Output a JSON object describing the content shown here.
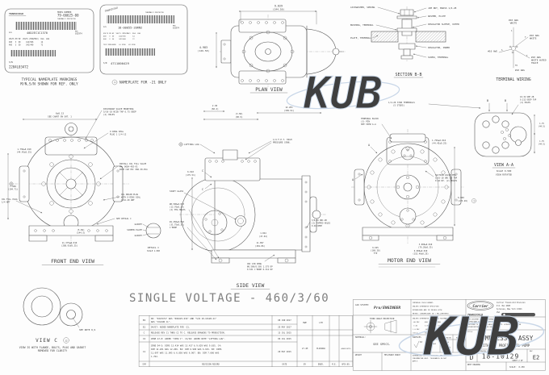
{
  "watermark": {
    "text": "KUB"
  },
  "nameplate1": {
    "brand": "TRANSICOLD",
    "model_label": "MODEL NUMBER",
    "model": "79-66625-00",
    "thermally": "THERMALLY PROTECTED",
    "mn_label": "M/N",
    "mn": "40DJEC1C1370",
    "mfd_label": "MFD",
    "mfd": "022974",
    "cols": "VOLTS PH HZ  VOLTS (MIN/MAX)  RLA  LRA",
    "row1": "460   3  60     414/506       14",
    "row2": "400   3  50     342/440       72",
    "sn_label": "S/N",
    "sn": "2204L03472"
  },
  "caption1": [
    "TYPICAL NAMEPLATE MARKINGS",
    "M/N,S/N SHOWN FOR REF. ONLY"
  ],
  "nameplate2": {
    "stamp": "TRANSICOLD",
    "thermally": "THERMALLY PROTECTED",
    "mn_label": "M/N",
    "mn": "18-00055-20RN2",
    "mfd_label": "MFD",
    "mfd": "022974",
    "cols": "VOLTS PH HZ  VOLTS (MIN/MAX)  RLA  LRA",
    "row1": "460   3  60     414/506       14",
    "row2": "400   3  50     342/440       72",
    "test_row": "TEST PRESSURE   LO SIDE   HI SIDE",
    "sn_label": "S/N",
    "sn": "4711000429"
  },
  "caption2": {
    "num": "1",
    "text": "NAMEPLATE FOR -21 ONLY"
  },
  "plan": {
    "title": "PLAN VIEW",
    "dim_top": [
      "9.629",
      "(244.58)"
    ],
    "dim_left": [
      "4.983",
      "(126.58)"
    ]
  },
  "section_bb": {
    "title": "SECTION B-B",
    "left": [
      "LOCKWASHER, SPRING",
      "BUSHING, TERMINAL",
      "PLATE, TERMINAL"
    ],
    "right": [
      "JAM NUT, BRASS 1/4-28",
      "WASHER, PLATE",
      "INSULATOR SLEEVE, OUTER",
      "INSULATOR, INNER",
      "SCREW, TERMINAL"
    ]
  },
  "wiring": {
    "title": "TERMINAL WIRING",
    "top": [
      "#10 AWG",
      "WHITE"
    ],
    "right1": [
      "#10 AWG",
      "WHITE"
    ],
    "right2": [
      "#10 AWG",
      "WHITE W/RED",
      "TRACE"
    ],
    "left": "#10 AWG",
    "bottom": "#10 AWG",
    "t_top": "1",
    "t_r1": "T",
    "t_r2": "T",
    "t_left": "S",
    "t_bottom": "T6"
  },
  "front": {
    "title": "FRONT END VIEW",
    "dim_chart": [
      "6±0.13",
      "SEE CHART ON SHT. 1"
    ],
    "discharge": [
      "DISCHARGE VALVE MOUNTING",
      "5/16-18 NC2B TAP 0.75 DEEP",
      "(2) HOLES"
    ],
    "oring": [
      "O RING SEAL",
      "PLUG 1 1/4-12"
    ],
    "dim1": [
      "1.750±0.010",
      "(44.45±0.25)"
    ],
    "dim2": [
      "7.666",
      "(194.71)"
    ],
    "install": [
      "INSTALL OIL FILL VALVE",
      "PN: 06DA-402-01",
      "WITH CAP PN: 06D-30-HCA"
    ],
    "drain": [
      "OIL DRAIN PLUG",
      "WITH O-RING SEAL",
      "7/16-20 UNF"
    ],
    "fill": [
      "OIL FILL PLUG",
      "1/4 NPT"
    ],
    "see_detail": "SEE DETAIL C",
    "dim3": [
      "(5.69)",
      "(144.5)"
    ],
    "dim4": [
      "11.375±0.010",
      "(288.93±0.25)"
    ],
    "gasket1": "GASKET",
    "screen": "SCREEN PLATE",
    "gasket2": "GASKET",
    "detail_caption": [
      "DETAIL C",
      "SCALE 1.000"
    ]
  },
  "side": {
    "title": "SIDE VIEW",
    "dim1": [
      "2.38",
      "(60.4)"
    ],
    "dim2": [
      "(3.58)",
      "(90.9)"
    ],
    "dim3": [
      "12.201",
      "(309.91)"
    ],
    "lifting": "LIFTING LUG",
    "hp": [
      "1/4 F.P.T. HIGH",
      "PRESSURE CONN."
    ],
    "dim4": [
      "6.910",
      "(175.51)"
    ],
    "sight": "SIGHT GLASS",
    "mtg": [
      "Ø0.500±0.010",
      "(12.70±0.25)",
      "(2) MTG HOLES"
    ],
    "cbore": [
      "Ø1.250±0.010",
      "(31.75±0.25)",
      "C'BORE"
    ],
    "dim5": [
      "1.844",
      "(47.64)"
    ],
    "dim6": [
      "11.097",
      "(281.86)"
    ],
    "opng": [
      "CNC ATR OPNG",
      "Ø0.500/0.505 1.375 DP",
      "0.531 C'BORE 0.312 DP"
    ],
    "tapped": [
      "3/8-16 UNC-2B",
      "(2) TAPPED HOLES",
      "0.94 DEEP"
    ],
    "c": "C"
  },
  "motor": {
    "title": "MOTOR END VIEW",
    "studs": [
      "1/4-20 STUD TERMINALS",
      "(5 STUDS)"
    ],
    "tblock": [
      "TERMINAL BLOCK",
      "(3) PIN",
      "SEE VIEW A-A"
    ],
    "dim1": [
      "1.750±0.010",
      "(44.45±0.25)"
    ],
    "suction": [
      "SUCTION VALVE MTG",
      "5/16-18 UNC 2B TAP",
      "0.94 DP. (2) HOLES"
    ],
    "dim2": [
      "6.900",
      "(175.26)"
    ],
    "note_num": "1",
    "dim3": [
      "3.000±0.010",
      "(76.20±0.25)"
    ],
    "dim4": [
      "6.000±0.010",
      "(152.40±0.25)"
    ],
    "dim5": [
      "6.625",
      "(168.28)",
      "TYP"
    ],
    "a": "A"
  },
  "view_aa": {
    "title": "VIEW A-A",
    "scale": "SCALE 0.500",
    "rotated": "VIEW ROTATED",
    "tap": [
      "10-32 UNF-2B",
      "0.312 DEEP TAP",
      "(2) HOLES"
    ],
    "dim1": [
      "1.75",
      "(44.5)"
    ],
    "dim2": [
      "1.75",
      "(44.5)"
    ],
    "b": "B"
  },
  "view_c": {
    "title": "VIEW C",
    "note_num": "12",
    "see_note": "SEE NOTE 8,9",
    "note": [
      "VIEW IS WITH FLANGE, BOLTS, PLUG AND GASKET",
      "REMOVED FOR CLARITY"
    ]
  },
  "voltage_line": "SINGLE VOLTAGE - 460/3/60",
  "revisions": {
    "header": {
      "sym": "SYM",
      "record": "REVISION RECORD",
      "date": "DATE",
      "by": "BY",
      "engr": "ENGR.",
      "me": "M.E.",
      "apca": "APCA NO."
    },
    "rows": [
      {
        "sym": "E2",
        "record": [
          "D6: \"0223474\" WAS \"066225-634\" AND \"S/N 18-10128-21\"",
          "WAS \"COLOUR CL\"."
        ],
        "date": "08 JUN 2017",
        "by": "HWE",
        "engr": "LYH"
      },
      {
        "sym": "E1",
        "record": [
          "D4/D7: ADDED NAMEPLATE FOR -21."
        ],
        "date": "25 MAY 2017"
      },
      {
        "sym": "C",
        "record": [
          "RELEASE REV C1 THRU C2 TO C. RELEASE DRAWING TO PRODUCTION."
        ],
        "date": "13 JUL 2015"
      },
      {
        "sym": "C2",
        "record": [
          "ZONE A7-8: ADDED \"VIEW C\". C4/D4: ADDED NOTE \"LIFTING LUG\"."
        ],
        "date": "06 JUL 2015",
        "by": "LT-4H",
        "engr": "ELSINORA",
        "apca": "4466120715"
      },
      {
        "sym": "C1",
        "record": [
          "ZONE D4-5: DIMS 13.414 WAS 13.417 & 9.629 WAS 9.635. C4:",
          "DIM 12.201 WAS 12.206. B2: DIM 6.900 WAS 6.915. B3: DIMS",
          "11.097 WAS 11.095 & 6.850 WAS 6.907. B8: DIM 7.666 WAS",
          "1.762."
        ],
        "date": "20 MAY 2015"
      }
    ]
  },
  "title_block": {
    "cad_label": "CAD SYSTEM:",
    "cad": "Pro/ENGINEER",
    "imperial": [
      "IMPERIAL INCH FORMAT:",
      "UNLESS OTHERWISE SPECIFIED",
      "DIMENSIONS ARE IN INCHES WITH",
      "METRIC CONVERSIONS IN ( MILLIMETERS)"
    ],
    "projection": "THIRD ANGLE PROJECTION",
    "tol": [
      "UNLESS OTHERWISE SPECIFIED TOLERANCES IN:",
      ".00 DEC    .000 DEC      ANG",
      " ±.01       ±.005        ±1°",
      "(.0 DEC     .00 DEC      ANG)",
      "(±0.3       ±0.13        ±1°)"
    ],
    "material_label": "MATERIAL:",
    "material": "SEE SPECS.",
    "surfaces_label": "SURFACES",
    "surfaces": "63",
    "hole_headers": [
      "HOLE DIA",
      "HOLE SPACING",
      "HOLE LOC"
    ],
    "hole_values": [
      "±.003",
      "±.005",
      "±.03"
    ],
    "noncum": [
      "NON",
      "CUMULATIVE"
    ],
    "carrier": "Carrier",
    "division": [
      "Carrier Transicold Division",
      "P.O. Box 4805",
      "Syracuse, New York 13221",
      "USA"
    ],
    "transicold": "TRANSICOLD",
    "utc": "United Technologies",
    "proprietary": [
      "THIS DOCUMENT AND THE INFORMATION CONTAINED THEREIN IS",
      "PROPRIETARY TO CARRIER CORPORATION AND SHALL NOT BE USED OR",
      "DISCLOSED TO OTHERS, IN WHOLE OR IN PART, WITHOUT THE WRITTEN",
      "AUTHORIZATION OF CARRIER CORPORATION."
    ],
    "title_label": "TITLE",
    "title1": "COMPRESSOR ASSY",
    "title2": "WITH LOW PROFILE OIL PUMP",
    "size_label": "SIZE",
    "size": "D",
    "dwg_label": "DRAWING NO.",
    "dwg": "18-10129",
    "sheet": "SHEET 2 OF",
    "rev_label": "REV",
    "rev": "E2",
    "weight_label": "WEIGHT",
    "mfg_label": "MFG/PUNCH PUNCH",
    "dims_note": [
      "DIMENSIONS IN (PARENTHESIS) ARE FOR",
      "INFORMATION ONLY. TOLERANCES DO NOT",
      "APPLY."
    ],
    "next_label": "NEXT DRAWING",
    "scale_label": "SCALE:  0.250"
  }
}
